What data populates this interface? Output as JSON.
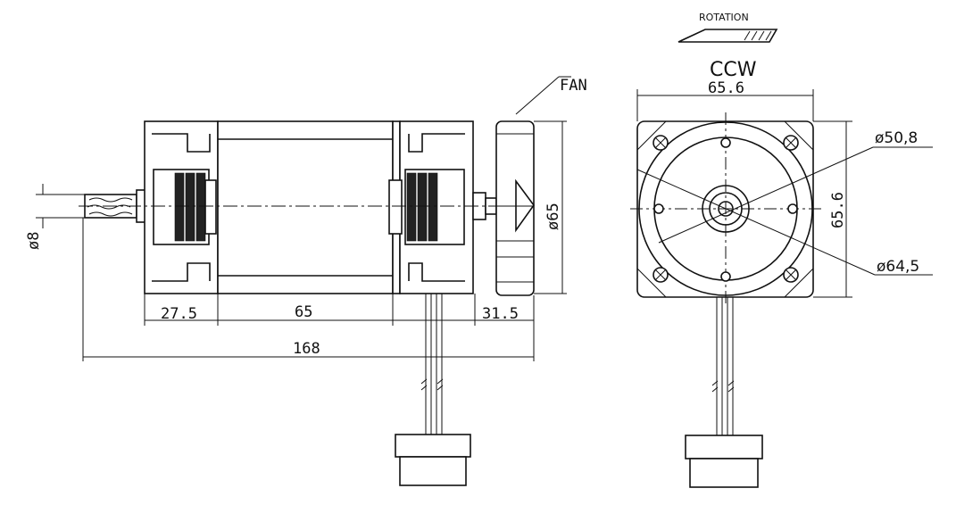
{
  "labels": {
    "rotation": "ROTATION",
    "direction": "CCW",
    "fan": "FAN"
  },
  "dimensions": {
    "shaft_diameter": "ø8",
    "fan_diameter": "ø65",
    "body_left": "27.5",
    "body_middle": "65",
    "body_right": "31.5",
    "overall_length": "168",
    "face_width": "65.6",
    "face_height": "65.6",
    "bolt_circle": "ø50,8",
    "outer_circle": "ø64,5"
  }
}
